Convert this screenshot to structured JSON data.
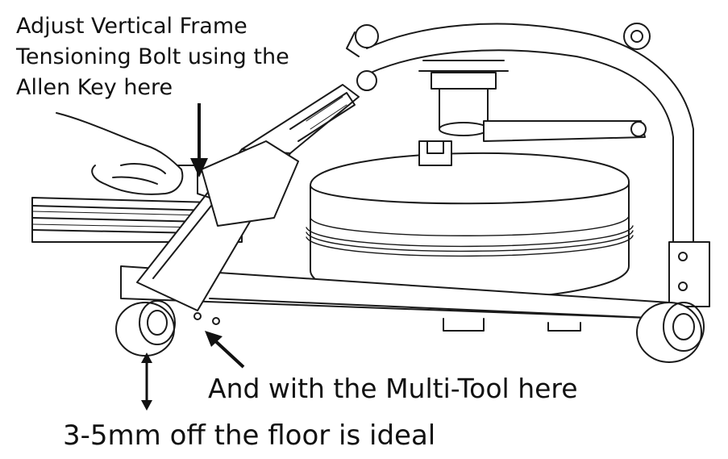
{
  "labels": {
    "allen_key_line1": "Adjust Vertical Frame",
    "allen_key_line2": "Tensioning Bolt using the",
    "allen_key_line3": "Allen Key here",
    "multi_tool": "And with the Multi-Tool here",
    "floor_gap": "3-5mm off the floor is ideal"
  },
  "colors": {
    "line": "#1a1a1a",
    "fill": "#ffffff"
  }
}
